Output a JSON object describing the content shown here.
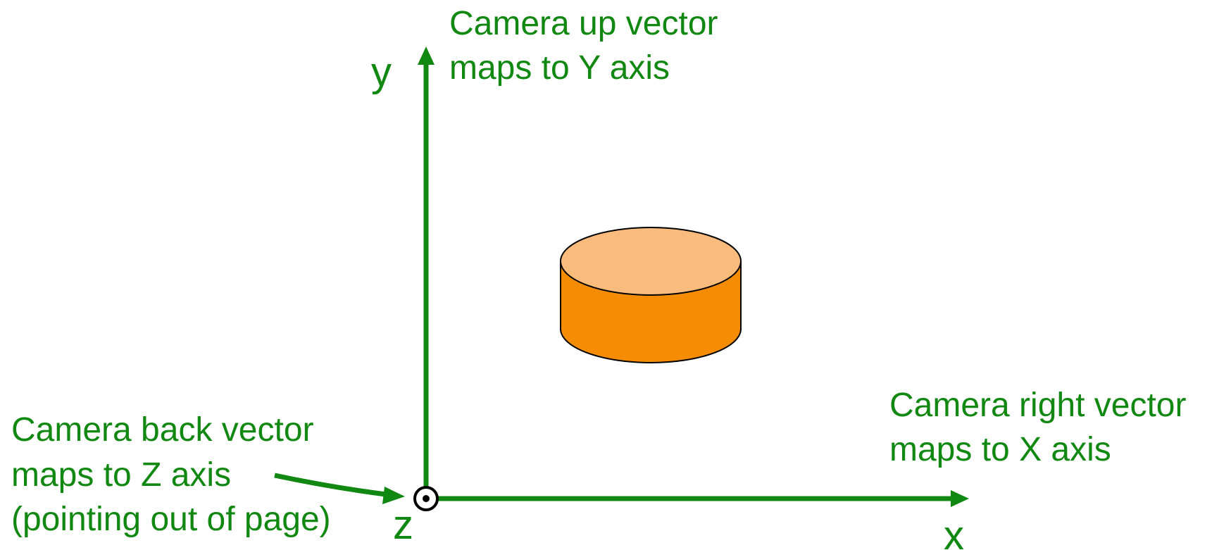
{
  "axes": {
    "x_label": "x",
    "y_label": "y",
    "z_label": "z"
  },
  "annotations": {
    "up": {
      "line1": "Camera up vector",
      "line2": "maps to Y axis"
    },
    "right": {
      "line1": "Camera right vector",
      "line2": "maps to X axis"
    },
    "back": {
      "line1": "Camera back vector",
      "line2": "maps to Z axis",
      "line3": "(pointing out of page)"
    }
  },
  "colors": {
    "axis_green": "#118811",
    "cylinder_top": "#f9bc7c",
    "cylinder_side": "#f58d04",
    "outline": "#000000"
  }
}
